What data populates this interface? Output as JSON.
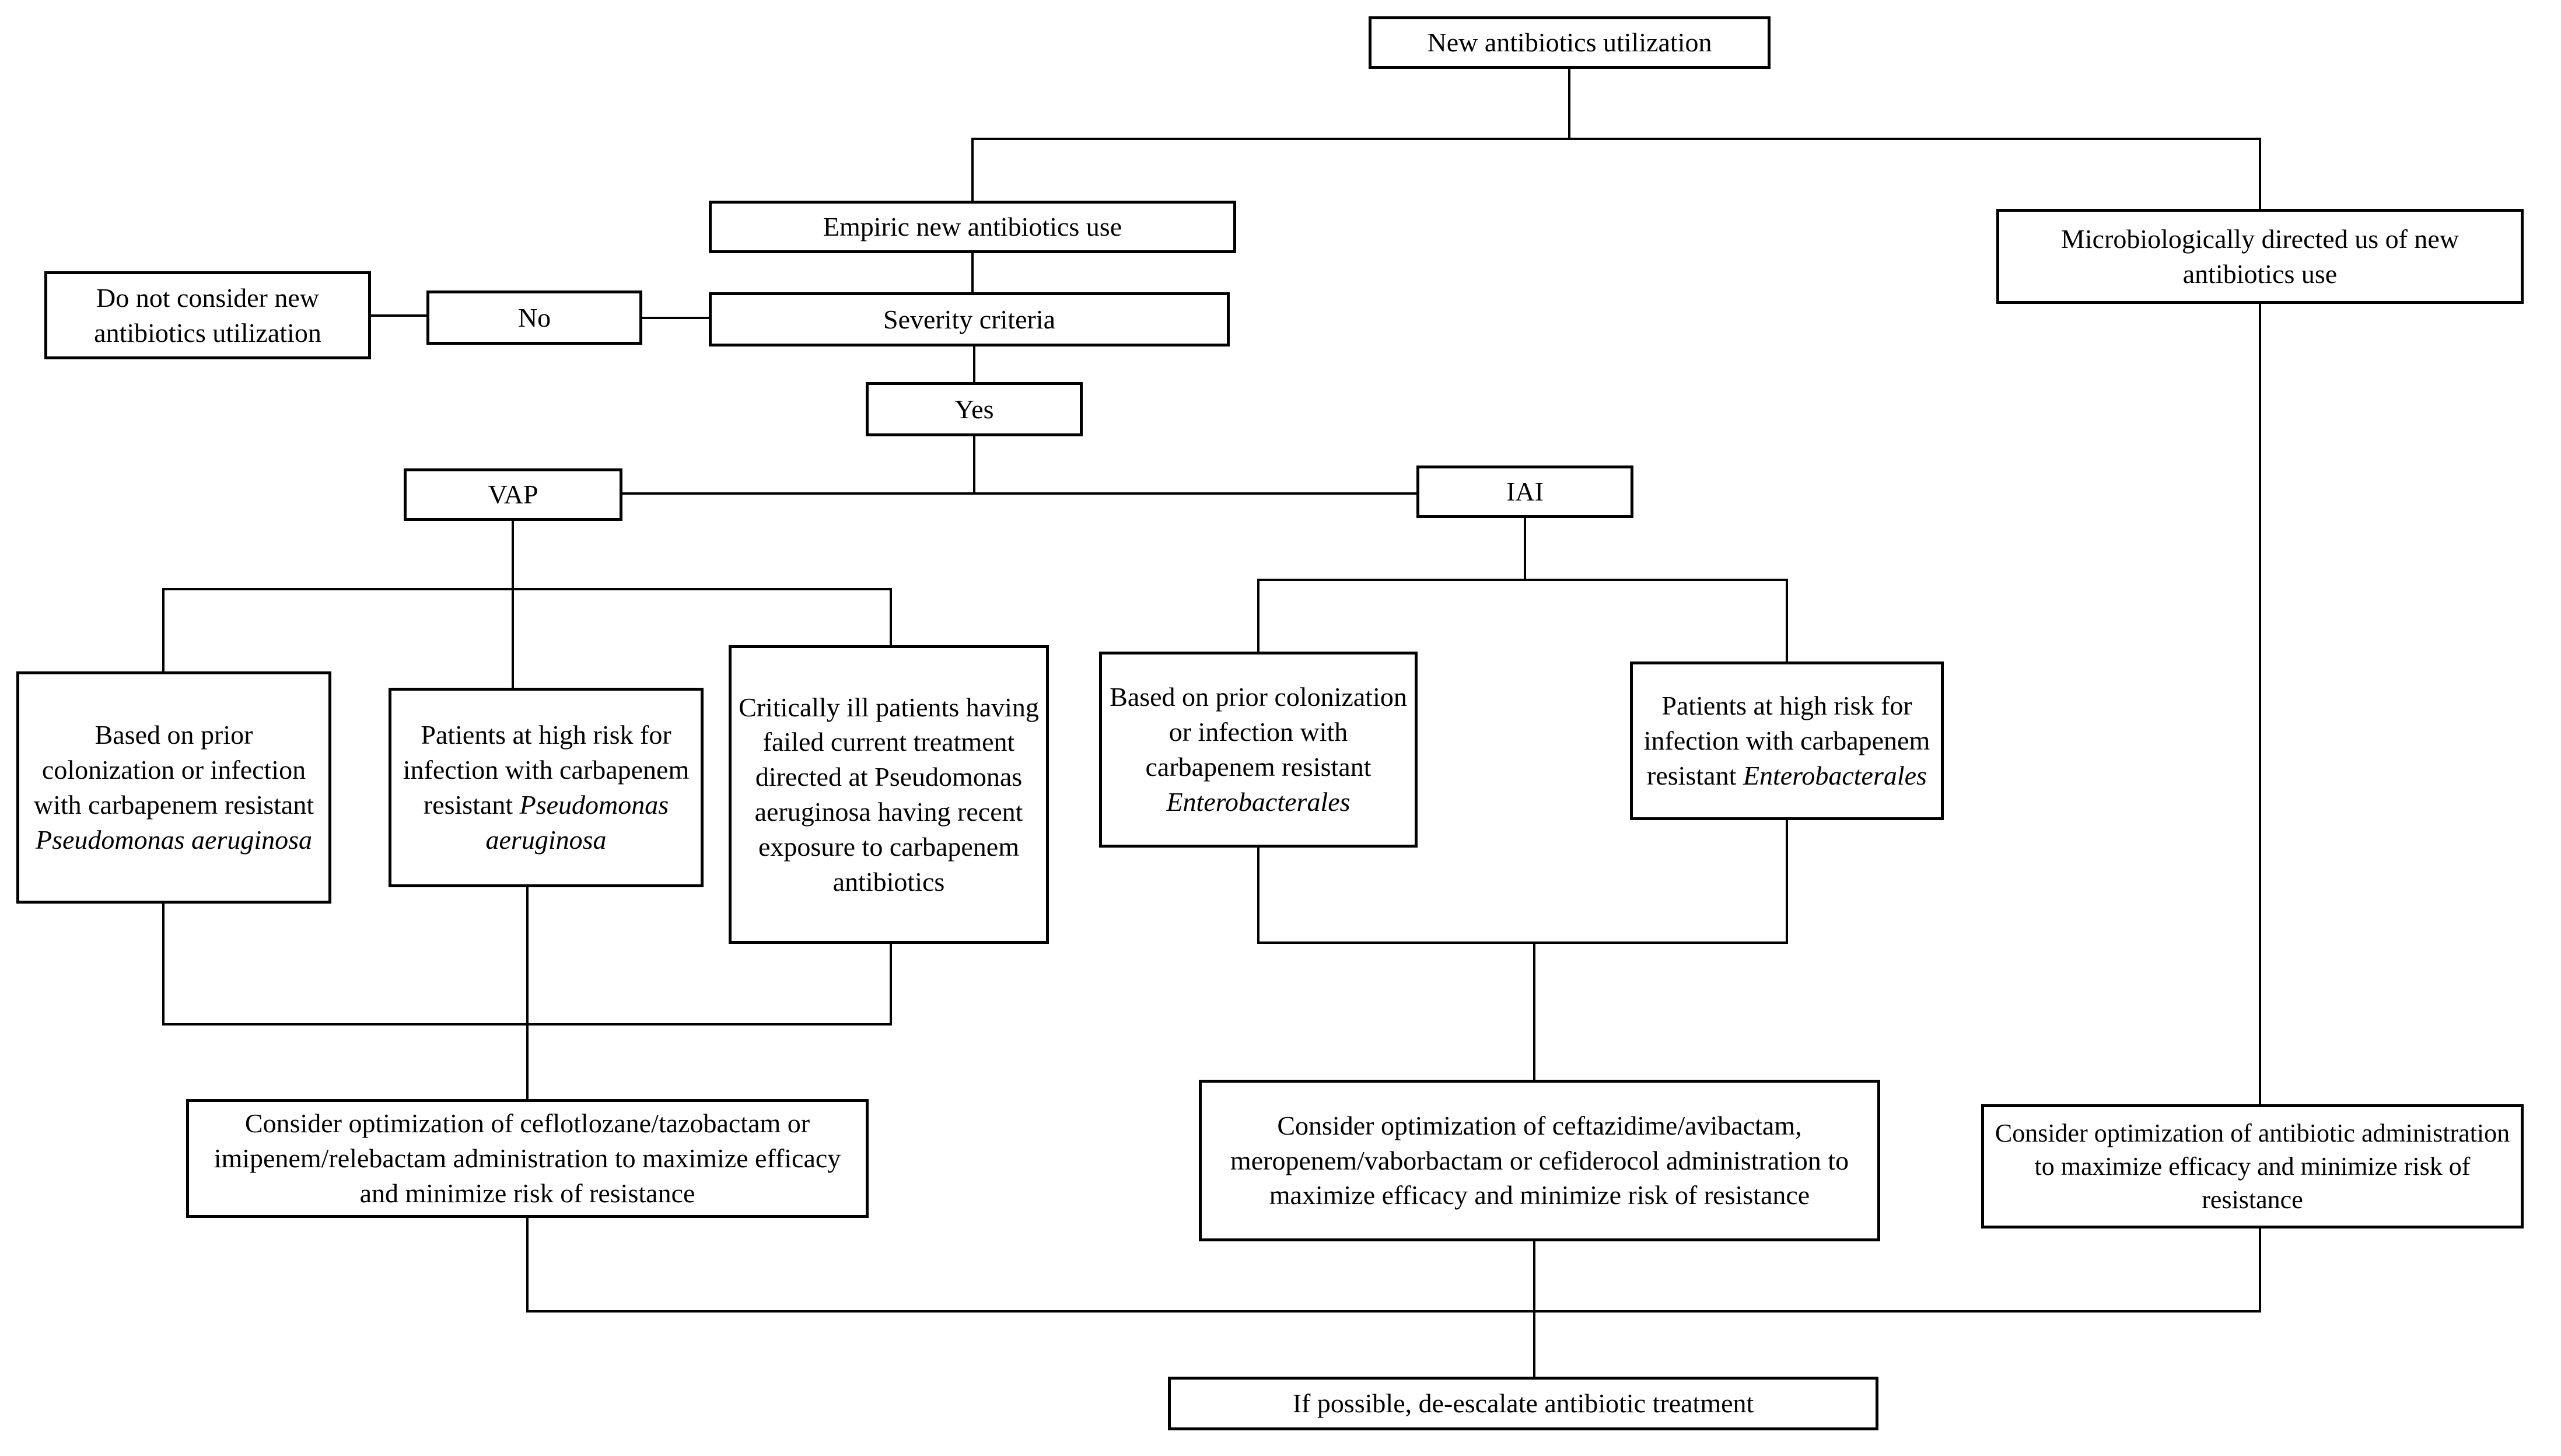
{
  "diagram": {
    "background": "#ffffff",
    "line_color": "#000000",
    "box_border_color": "#000000",
    "text_color": "#000000",
    "nodes": {
      "root": {
        "segments": [
          {
            "text": "New antibiotics utilization",
            "italic": false
          }
        ]
      },
      "empiric": {
        "segments": [
          {
            "text": "Empiric new antibiotics use",
            "italic": false
          }
        ]
      },
      "micro": {
        "segments": [
          {
            "text": "Microbiologically directed us of new antibiotics use",
            "italic": false
          }
        ]
      },
      "do_not_consider": {
        "segments": [
          {
            "text": "Do not consider new antibiotics utilization",
            "italic": false
          }
        ]
      },
      "no": {
        "segments": [
          {
            "text": "No",
            "italic": false
          }
        ]
      },
      "severity": {
        "segments": [
          {
            "text": "Severity criteria",
            "italic": false
          }
        ]
      },
      "yes": {
        "segments": [
          {
            "text": "Yes",
            "italic": false
          }
        ]
      },
      "vap": {
        "segments": [
          {
            "text": "VAP",
            "italic": false
          }
        ]
      },
      "iai": {
        "segments": [
          {
            "text": "IAI",
            "italic": false
          }
        ]
      },
      "vap_prior": {
        "segments": [
          {
            "text": "Based on prior colonization or infection with carbapenem resistant ",
            "italic": false
          },
          {
            "text": "Pseudomonas aeruginosa",
            "italic": true
          }
        ]
      },
      "vap_high_risk": {
        "segments": [
          {
            "text": "Patients at high risk for infection with carbapenem resistant ",
            "italic": false
          },
          {
            "text": "Pseudomonas aeruginosa",
            "italic": true
          }
        ]
      },
      "vap_critical": {
        "segments": [
          {
            "text": "Critically ill patients having failed current treatment directed at Pseudomonas aeruginosa having recent exposure to carbapenem antibiotics",
            "italic": false
          }
        ]
      },
      "iai_prior": {
        "segments": [
          {
            "text": "Based on prior colonization or infection with carbapenem resistant ",
            "italic": false
          },
          {
            "text": "Enterobacterales",
            "italic": true
          }
        ]
      },
      "iai_high_risk": {
        "segments": [
          {
            "text": "Patients at high risk for infection with carbapenem resistant ",
            "italic": false
          },
          {
            "text": "Enterobacterales",
            "italic": true
          }
        ]
      },
      "consider_vap": {
        "segments": [
          {
            "text": "Consider optimization of ceflotlozane/tazobactam or imipenem/relebactam administration to maximize efficacy and minimize risk of resistance",
            "italic": false
          }
        ]
      },
      "consider_iai": {
        "segments": [
          {
            "text": "Consider optimization of ceftazidime/avibactam, meropenem/vaborbactam or cefiderocol administration to maximize efficacy and minimize risk of resistance",
            "italic": false
          }
        ]
      },
      "consider_micro": {
        "segments": [
          {
            "text": "Consider optimization of antibiotic administration to maximize efficacy and minimize risk of resistance",
            "italic": false
          }
        ]
      },
      "deescalate": {
        "segments": [
          {
            "text": "If possible, de-escalate antibiotic treatment",
            "italic": false
          }
        ]
      }
    },
    "edges": [
      {
        "from": "root",
        "to": "empiric"
      },
      {
        "from": "root",
        "to": "micro"
      },
      {
        "from": "empiric",
        "to": "severity"
      },
      {
        "from": "severity",
        "to": "no"
      },
      {
        "from": "no",
        "to": "do_not_consider"
      },
      {
        "from": "severity",
        "to": "yes"
      },
      {
        "from": "yes",
        "to": "vap"
      },
      {
        "from": "yes",
        "to": "iai"
      },
      {
        "from": "vap",
        "to": "vap_prior"
      },
      {
        "from": "vap",
        "to": "vap_high_risk"
      },
      {
        "from": "vap",
        "to": "vap_critical"
      },
      {
        "from": "iai",
        "to": "iai_prior"
      },
      {
        "from": "iai",
        "to": "iai_high_risk"
      },
      {
        "from": "vap_prior",
        "to": "consider_vap"
      },
      {
        "from": "vap_high_risk",
        "to": "consider_vap"
      },
      {
        "from": "vap_critical",
        "to": "consider_vap"
      },
      {
        "from": "iai_prior",
        "to": "consider_iai"
      },
      {
        "from": "iai_high_risk",
        "to": "consider_iai"
      },
      {
        "from": "micro",
        "to": "consider_micro"
      },
      {
        "from": "consider_vap",
        "to": "deescalate"
      },
      {
        "from": "consider_iai",
        "to": "deescalate"
      },
      {
        "from": "consider_micro",
        "to": "deescalate"
      }
    ]
  }
}
